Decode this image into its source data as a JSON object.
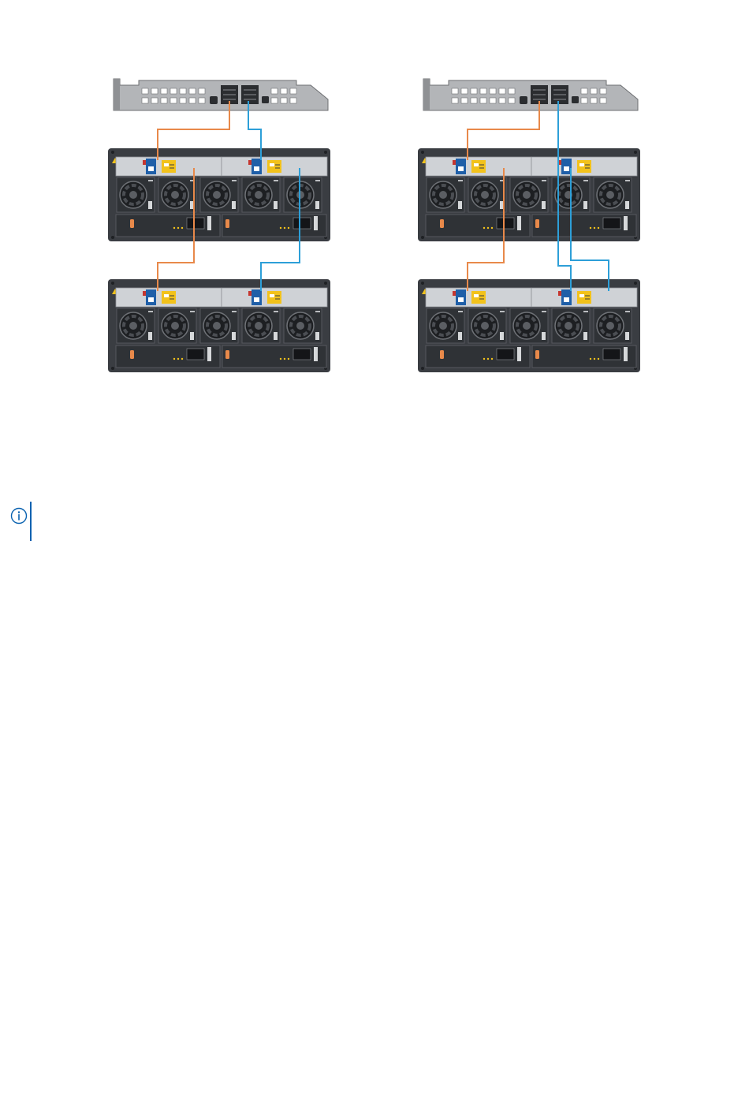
{
  "figure": {
    "panels": [
      {
        "id": "left",
        "cabling": "top-to-top"
      },
      {
        "id": "right",
        "cabling": "top-bottom-mixed"
      }
    ],
    "cable_colors": {
      "orange": "#e8894a",
      "blue": "#2d9fd8"
    },
    "module_colors": {
      "blue": "#1f5fa8",
      "yellow": "#f2c21b",
      "chassis": "#3a3d42",
      "panel": "#cfd2d6",
      "bracket": "#a7a9ac"
    }
  },
  "note": {
    "icon": "info-icon",
    "accent_color": "#0a62b0"
  }
}
